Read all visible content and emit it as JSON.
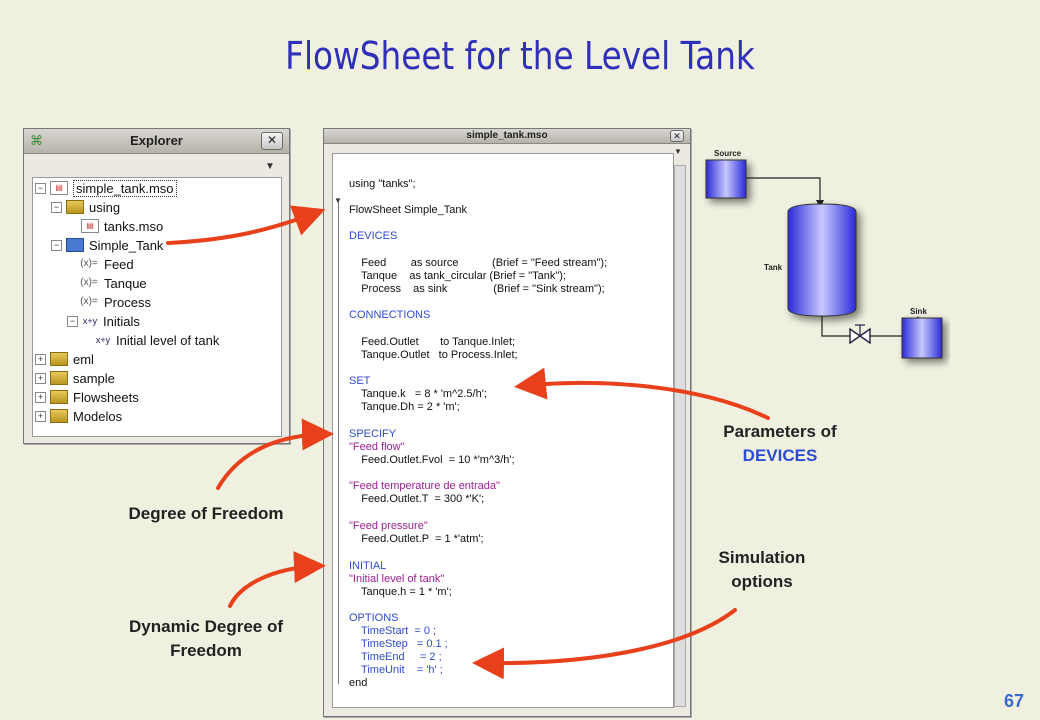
{
  "slide": {
    "title": "FlowSheet for the Level Tank",
    "page_number": "67"
  },
  "explorer": {
    "title": "Explorer",
    "close_label": "✕",
    "tree": [
      {
        "label": "simple_tank.mso"
      },
      {
        "label": "using"
      },
      {
        "label": "tanks.mso"
      },
      {
        "label": "Simple_Tank"
      },
      {
        "label": "Feed"
      },
      {
        "label": "Tanque"
      },
      {
        "label": "Process"
      },
      {
        "label": "Initials"
      },
      {
        "label": "Initial level of tank"
      },
      {
        "label": "eml"
      },
      {
        "label": "sample"
      },
      {
        "label": "Flowsheets"
      },
      {
        "label": "Modelos"
      }
    ]
  },
  "editor": {
    "title": "simple_tank.mso",
    "lines": [
      "using \"tanks\";",
      "FlowSheet Simple_Tank",
      "DEVICES",
      "    Feed        as source           (Brief = \"Feed stream\");",
      "    Tanque    as tank_circular (Brief = \"Tank\");",
      "    Process    as sink               (Brief = \"Sink stream\");",
      "CONNECTIONS",
      "    Feed.Outlet       to Tanque.Inlet;",
      "    Tanque.Outlet   to Process.Inlet;",
      "SET",
      "    Tanque.k   = 8 * 'm^2.5/h';",
      "    Tanque.Dh = 2 * 'm';",
      "SPECIFY",
      "\"Feed flow\"",
      "    Feed.Outlet.Fvol  = 10 *'m^3/h';",
      "\"Feed temperature de entrada\"",
      "    Feed.Outlet.T  = 300 *'K';",
      "\"Feed pressure\"",
      "    Feed.Outlet.P  = 1 *'atm';",
      "INITIAL",
      "\"Initial level of tank\"",
      "    Tanque.h = 1 * 'm';",
      "OPTIONS",
      "    TimeStart  = 0 ;",
      "    TimeStep   = 0.1 ;",
      "    TimeEnd     = 2 ;",
      "    TimeUnit    = 'h' ;",
      "end"
    ]
  },
  "diagram": {
    "source_label": "Source",
    "tank_label": "Tank",
    "sink_label": "Sink"
  },
  "annotations": {
    "parameters_line1": "Parameters of",
    "parameters_line2": "DEVICES",
    "degree_of_freedom": "Degree of Freedom",
    "simulation_line1": "Simulation",
    "simulation_line2": "options",
    "dynamic_line1": "Dynamic Degree of",
    "dynamic_line2": "Freedom"
  },
  "colors": {
    "title": "#2f2fb8",
    "arrow": "#e8401a",
    "keyword": "#2e4ccf",
    "string": "#9a2090",
    "background": "#f0f0e0"
  }
}
